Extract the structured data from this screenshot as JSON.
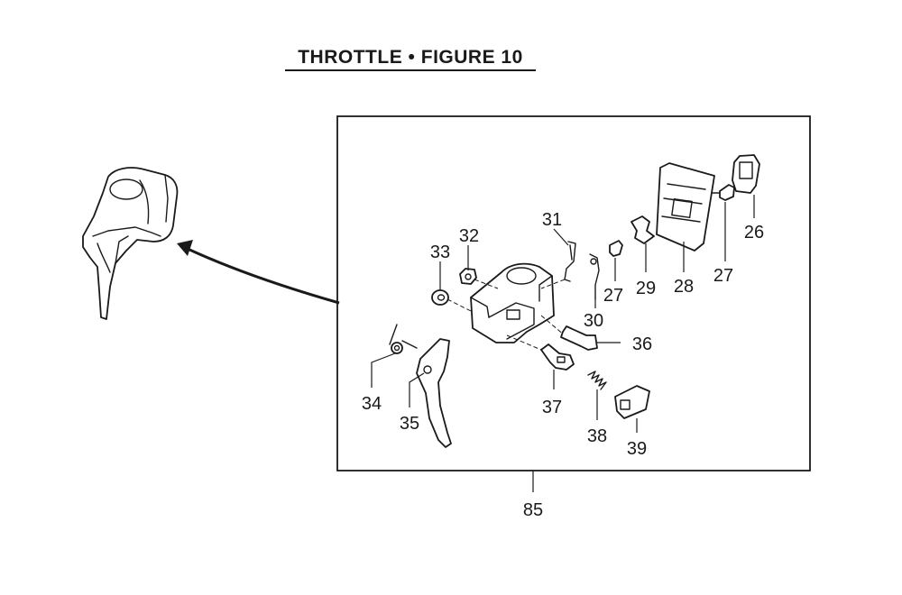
{
  "title": "THROTTLE  •  FIGURE 10",
  "assembly_label": "85",
  "part_labels": {
    "p26": "26",
    "p27a": "27",
    "p27b": "27",
    "p28": "28",
    "p29": "29",
    "p30": "30",
    "p31": "31",
    "p32": "32",
    "p33": "33",
    "p34": "34",
    "p35": "35",
    "p36": "36",
    "p37": "37",
    "p38": "38",
    "p39": "39"
  }
}
